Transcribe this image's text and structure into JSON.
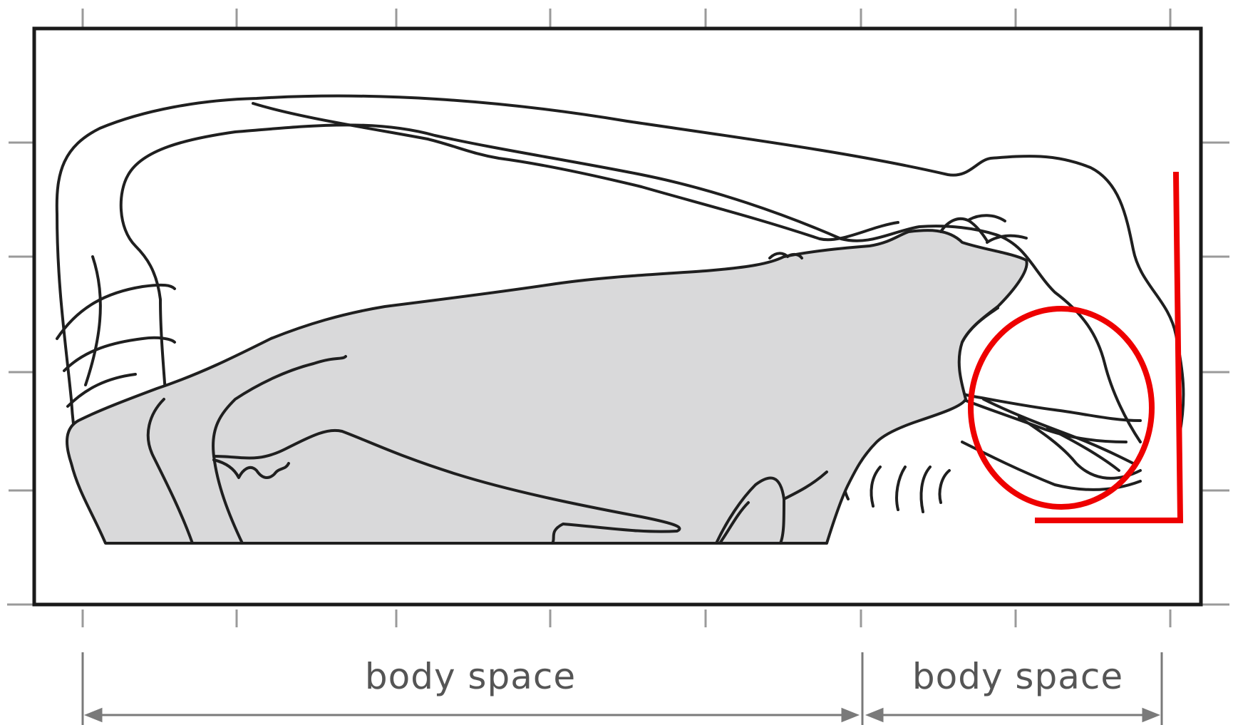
{
  "diagram": {
    "labels": {
      "left_span": "body space",
      "right_span": "body space"
    },
    "colors": {
      "frame": "#1a1a1a",
      "outline": "#1f1f1f",
      "cow_fill": "#d9d9da",
      "annotation": "#ee0000",
      "dimension": "#7a7a7a",
      "label_text": "#555555"
    },
    "annotations": {
      "circle_color_name": "red",
      "corner_mark_color_name": "red"
    }
  }
}
